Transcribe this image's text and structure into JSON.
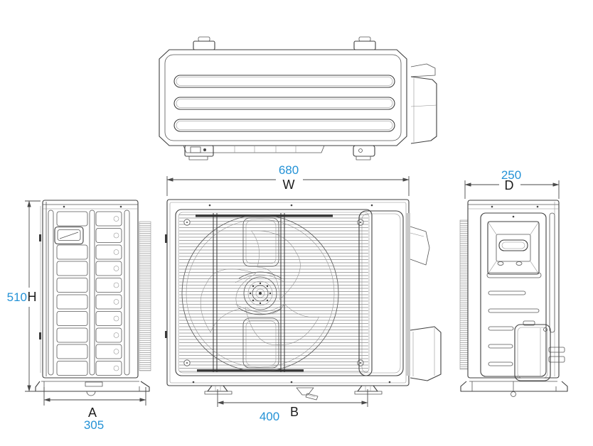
{
  "diagram": {
    "colors": {
      "dimension_value": "#2492d6",
      "dimension_letter": "#1c1c1c",
      "line": "#3f3f3f",
      "background": "#ffffff"
    },
    "dimensions": {
      "width": {
        "letter": "W",
        "value": "680"
      },
      "depth": {
        "letter": "D",
        "value": "250"
      },
      "height": {
        "letter": "H",
        "value": "510"
      },
      "base_side": {
        "letter": "A",
        "value": "305"
      },
      "base_front": {
        "letter": "B",
        "value": "400"
      }
    }
  }
}
